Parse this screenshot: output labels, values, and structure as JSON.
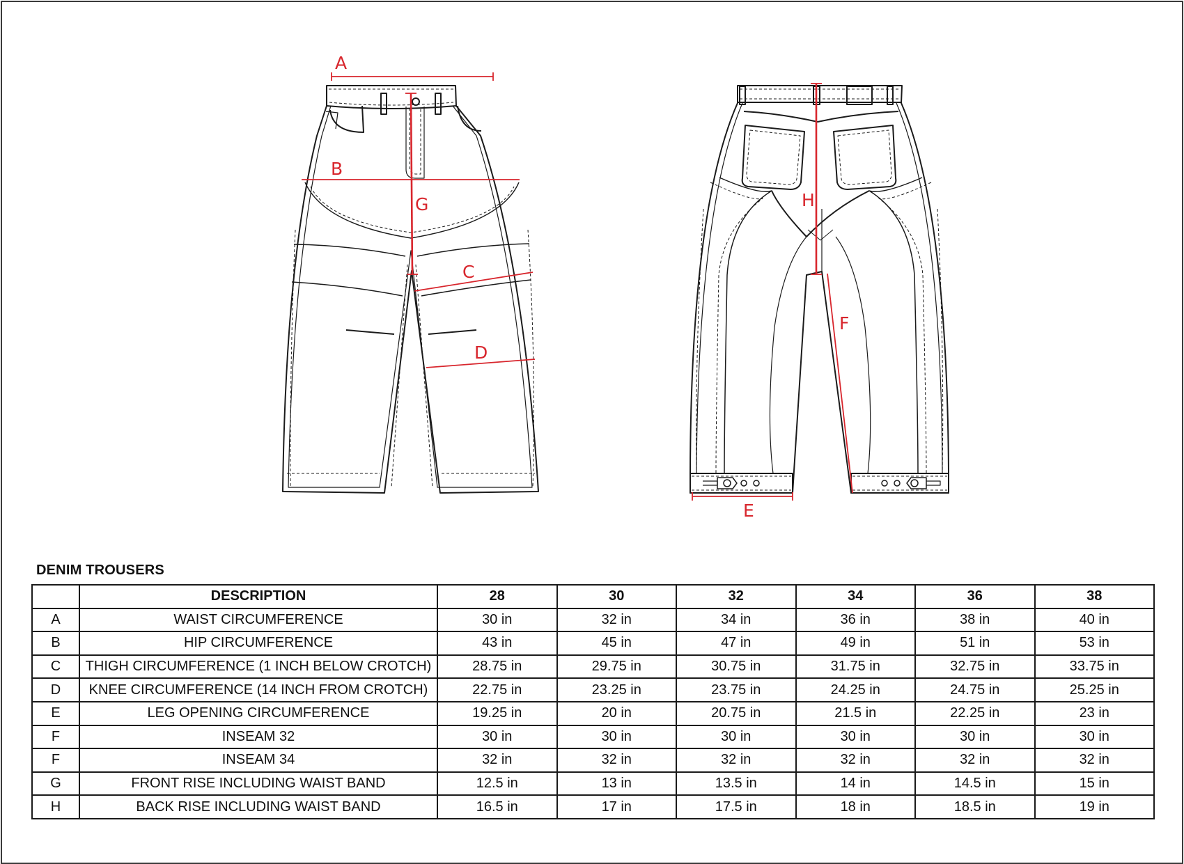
{
  "diagram": {
    "labels": {
      "A": "A",
      "B": "B",
      "C": "C",
      "D": "D",
      "E": "E",
      "F": "F",
      "G": "G",
      "H": "H"
    },
    "line_color": "#d8262d"
  },
  "spec_table": {
    "title": "DENIM TROUSERS",
    "header": {
      "key": "",
      "description": "DESCRIPTION",
      "sizes": [
        "28",
        "30",
        "32",
        "34",
        "36",
        "38"
      ]
    },
    "rows": [
      {
        "key": "A",
        "description": "WAIST CIRCUMFERENCE",
        "values": [
          "30 in",
          "32 in",
          "34 in",
          "36 in",
          "38 in",
          "40 in"
        ]
      },
      {
        "key": "B",
        "description": "HIP CIRCUMFERENCE",
        "values": [
          "43 in",
          "45 in",
          "47 in",
          "49 in",
          "51 in",
          "53 in"
        ]
      },
      {
        "key": "C",
        "description": "THIGH CIRCUMFERENCE (1 INCH BELOW CROTCH)",
        "values": [
          "28.75 in",
          "29.75 in",
          "30.75 in",
          "31.75 in",
          "32.75 in",
          "33.75 in"
        ]
      },
      {
        "key": "D",
        "description": "KNEE CIRCUMFERENCE (14 INCH FROM CROTCH)",
        "values": [
          "22.75 in",
          "23.25 in",
          "23.75 in",
          "24.25 in",
          "24.75 in",
          "25.25 in"
        ]
      },
      {
        "key": "E",
        "description": "LEG OPENING CIRCUMFERENCE",
        "values": [
          "19.25 in",
          "20 in",
          "20.75 in",
          "21.5 in",
          "22.25 in",
          "23 in"
        ]
      },
      {
        "key": "F",
        "description": "INSEAM 32",
        "values": [
          "30 in",
          "30 in",
          "30 in",
          "30 in",
          "30 in",
          "30 in"
        ]
      },
      {
        "key": "F",
        "description": "INSEAM 34",
        "values": [
          "32 in",
          "32 in",
          "32 in",
          "32 in",
          "32 in",
          "32 in"
        ]
      },
      {
        "key": "G",
        "description": "FRONT RISE INCLUDING WAIST BAND",
        "values": [
          "12.5 in",
          "13 in",
          "13.5 in",
          "14 in",
          "14.5 in",
          "15 in"
        ]
      },
      {
        "key": "H",
        "description": "BACK RISE INCLUDING WAIST BAND",
        "values": [
          "16.5 in",
          "17 in",
          "17.5 in",
          "18 in",
          "18.5 in",
          "19 in"
        ]
      }
    ]
  }
}
